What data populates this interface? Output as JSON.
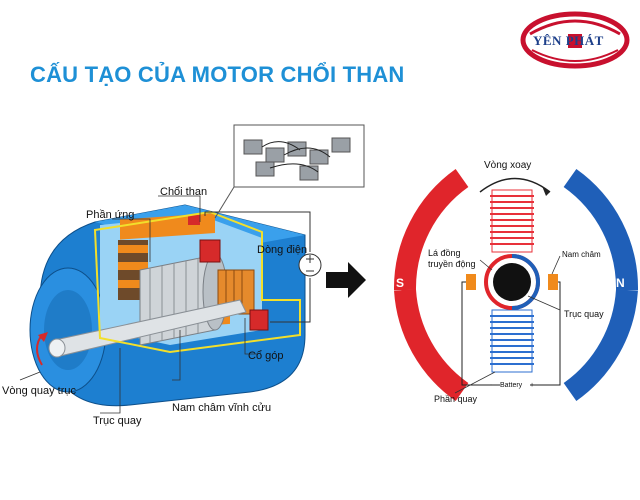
{
  "title": "CẤU TẠO CỦA MOTOR CHỔI THAN",
  "logo": {
    "text": "YÊN PHÁT",
    "colors": {
      "ring": "#c8102e",
      "text": "#1d3f8a"
    }
  },
  "left_diagram": {
    "labels": {
      "brush": "Chổi than",
      "armature": "Phần ứng",
      "current": "Dòng điện",
      "commutator": "Cổ góp",
      "shaft_rotation": "Vòng quay trục",
      "shaft": "Trục quay",
      "permanent_magnet": "Nam châm vĩnh cửu"
    },
    "colors": {
      "housing": "#1d7fd0",
      "magnet": "#f08a1c",
      "red": "#d62a2a",
      "yellow": "#f2df2b"
    }
  },
  "arrow_icon": "right-arrow-icon",
  "right_diagram": {
    "labels": {
      "rotation": "Vòng xoay",
      "commutator_plate": "Lá đồng truyền động",
      "magnet": "Nam châm",
      "axis": "Trục quay",
      "armature": "Phần quay",
      "battery": "Battery",
      "battery_minus": "-",
      "battery_plus": "+",
      "pole_south": "S",
      "pole_north": "N"
    },
    "colors": {
      "south": "#e0252b",
      "north": "#1f5fb8",
      "coil_red": "#e8313a",
      "coil_blue": "#2c6fd0",
      "brush": "#f08a1c"
    }
  }
}
